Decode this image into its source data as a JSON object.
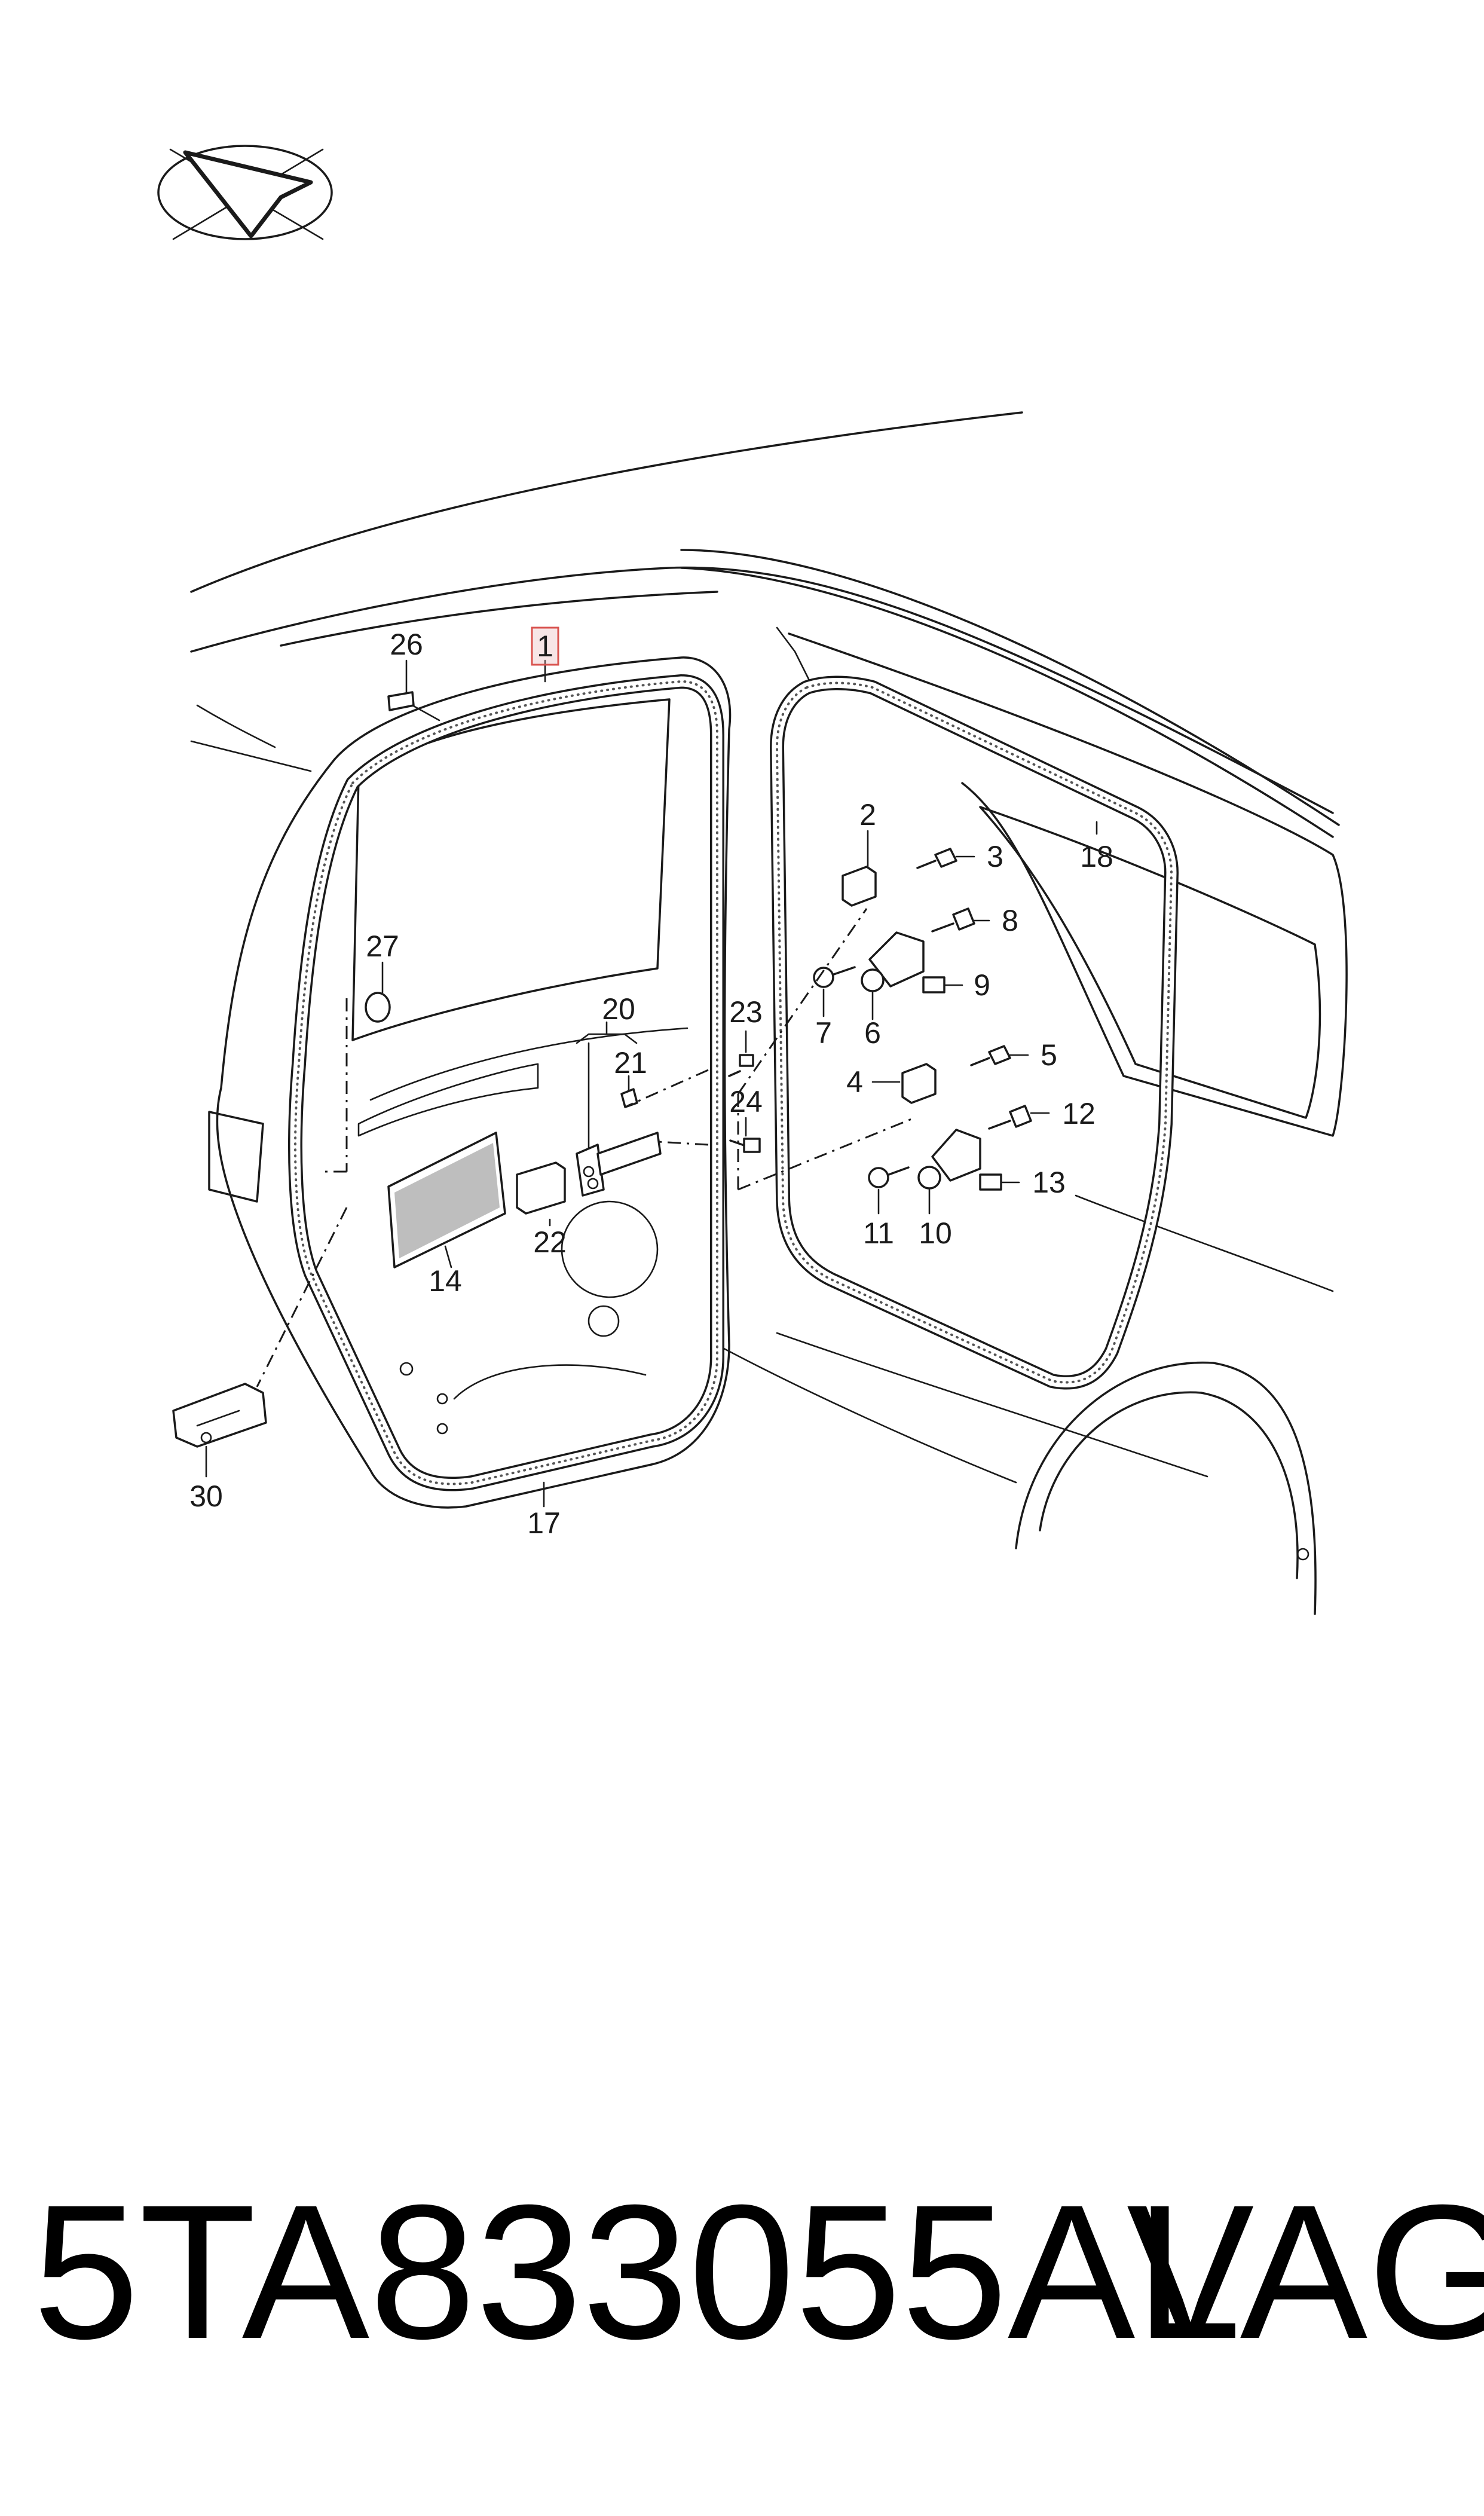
{
  "part_number": "5TA833055AL",
  "brand": "VAG",
  "orientation_icon": "direction-arrow-icon",
  "highlight_color": "#e8b4b8",
  "highlight_stroke": "#d9534f",
  "callouts": {
    "c1": "1",
    "c2": "2",
    "c3": "3",
    "c4": "4",
    "c5": "5",
    "c6": "6",
    "c7": "7",
    "c8": "8",
    "c9": "9",
    "c10": "10",
    "c11": "11",
    "c12": "12",
    "c13": "13",
    "c14": "14",
    "c17": "17",
    "c18": "18",
    "c20": "20",
    "c21": "21",
    "c22": "22",
    "c23": "23",
    "c24": "24",
    "c26": "26",
    "c27": "27",
    "c30": "30"
  }
}
